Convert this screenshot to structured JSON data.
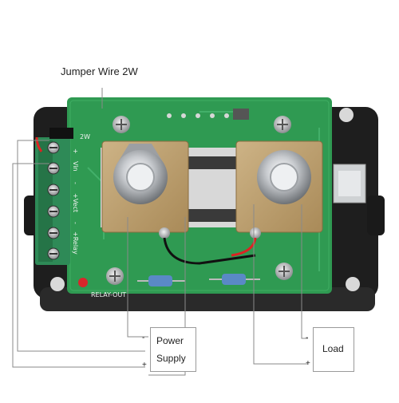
{
  "annotation": {
    "jumper_label": "Jumper Wire 2W"
  },
  "power_box": {
    "line1": "Power",
    "line2": "Supply",
    "minus": "-",
    "plus": "+"
  },
  "load_box": {
    "label": "Load",
    "minus": "-",
    "plus": "+"
  },
  "terminal_block": {
    "labels": [
      "+",
      "Vin",
      "-",
      "+Vect",
      "-",
      "+Relay"
    ],
    "jumper_text": "2W"
  },
  "board_text": {
    "bottom_left": "RELAY-OUT"
  },
  "colors": {
    "pcb": "#2f9a52",
    "terminal": "#2e8a57",
    "shunt_brass": "#b99a66",
    "case": "#1d1d1d",
    "led": "#d8262b"
  }
}
